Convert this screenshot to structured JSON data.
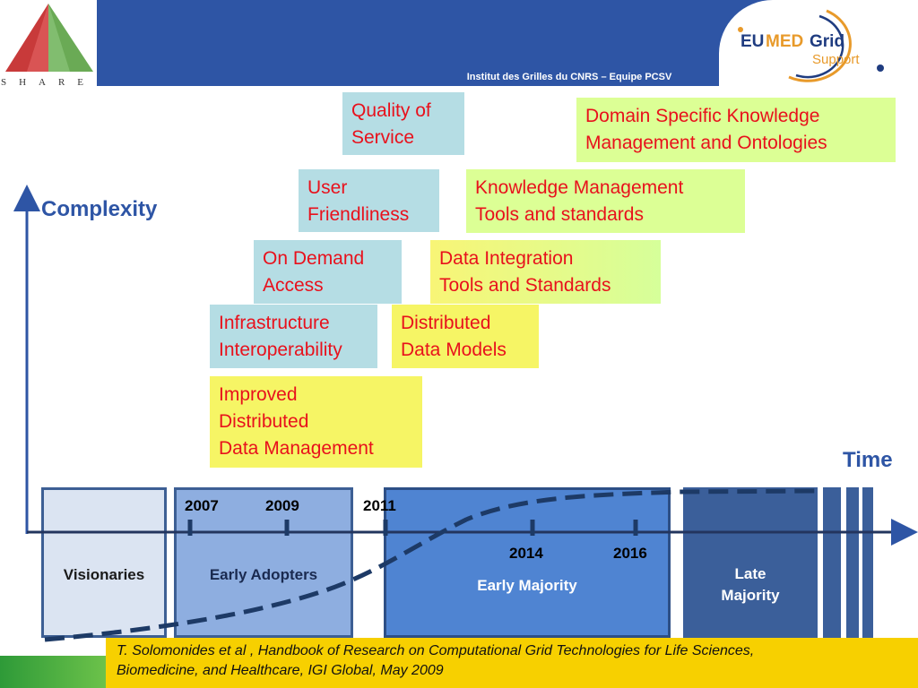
{
  "header": {
    "subtitle": "Institut des Grilles du CNRS – Equipe PCSV",
    "share_logo_text": "SHARE",
    "eumed_logo_text": "EUMEDGrid Support",
    "colors": {
      "bar": "#2e55a5",
      "accent_text": "#e8111c",
      "axis_label": "#2e55a5"
    }
  },
  "axes": {
    "y_label": "Complexity",
    "x_label": "Time"
  },
  "boxes": [
    {
      "id": "quality",
      "text": [
        "Quality of",
        "Service"
      ]
    },
    {
      "id": "domain",
      "text": [
        "Domain Specific Knowledge",
        "Management and Ontologies"
      ]
    },
    {
      "id": "user",
      "text": [
        "User",
        "Friendliness"
      ]
    },
    {
      "id": "knowledge",
      "text": [
        "Knowledge Management",
        "Tools and standards"
      ]
    },
    {
      "id": "ondemand",
      "text": [
        "On Demand",
        "Access"
      ]
    },
    {
      "id": "dataint",
      "text": [
        "Data Integration",
        "Tools and Standards"
      ]
    },
    {
      "id": "infra",
      "text": [
        "Infrastructure",
        "Interoperability"
      ]
    },
    {
      "id": "distmodels",
      "text": [
        "Distributed",
        "Data Models"
      ]
    },
    {
      "id": "improved",
      "text": [
        "Improved",
        "Distributed",
        "Data Management"
      ]
    }
  ],
  "phases": {
    "visionaries": "Visionaries",
    "early_adopters": "Early Adopters",
    "early_majority": "Early Majority",
    "late_majority": [
      "Late",
      "Majority"
    ]
  },
  "years": {
    "y2007": "2007",
    "y2009": "2009",
    "y2011": "2011",
    "y2014": "2014",
    "y2016": "2016"
  },
  "citation": [
    "T. Solomonides et al , Handbook of Research on Computational Grid Technologies for Life Sciences,",
    "Biomedicine, and Healthcare, IGI Global, May 2009"
  ]
}
